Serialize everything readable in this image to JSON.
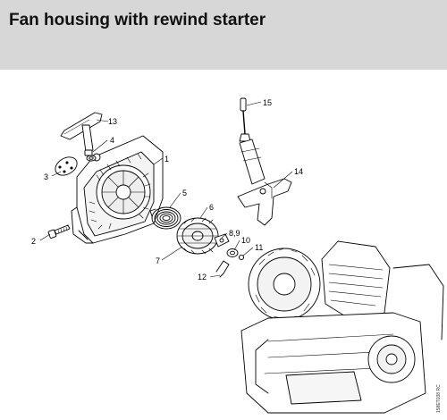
{
  "header": {
    "title": "Fan housing with rewind starter",
    "bg_color": "#d7d7d7"
  },
  "diagram": {
    "ref_code": "158ET038 RC",
    "callouts": [
      "1",
      "2",
      "3",
      "4",
      "5",
      "6",
      "7",
      "8,9",
      "10",
      "11",
      "12",
      "13",
      "14",
      "15"
    ],
    "parts": [
      "fan-housing",
      "screw",
      "cover-plate",
      "grommet",
      "rewind-spring",
      "rope-rotor",
      "rope-guide",
      "spring",
      "pawl",
      "washer",
      "spring-clip",
      "starter-grip",
      "handle-assembly",
      "rope",
      "engine-block"
    ]
  }
}
